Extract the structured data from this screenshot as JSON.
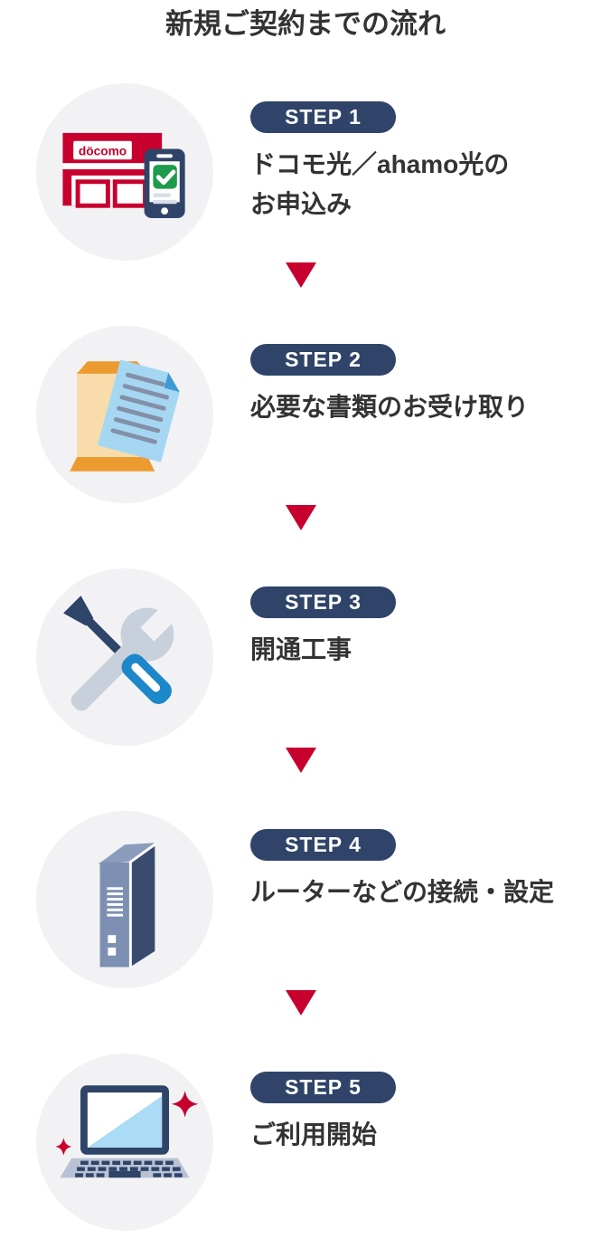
{
  "page": {
    "title": "新規ご契約までの流れ"
  },
  "colors": {
    "accent_red": "#c7002e",
    "badge_navy": "#2f4468",
    "text_dark": "#333333",
    "circle_bg": "#f2f2f4",
    "docomo_crimson": "#c7002e",
    "check_green": "#1f9b4d",
    "tool_blue": "#1c87c9",
    "doc_blue": "#a5d7f2",
    "envelope_orange": "#ec9b30"
  },
  "steps": [
    {
      "badge": "STEP 1",
      "lines": [
        "ドコモ光／ahamo光の",
        "お申込み"
      ],
      "icon": "docomo-shop-smartphone",
      "shop_sign": "döcomo"
    },
    {
      "badge": "STEP 2",
      "lines": [
        "必要な書類のお受け取り"
      ],
      "icon": "envelope-documents"
    },
    {
      "badge": "STEP 3",
      "lines": [
        "開通工事"
      ],
      "icon": "construction-tools"
    },
    {
      "badge": "STEP 4",
      "lines": [
        "ルーターなどの接続・設定"
      ],
      "icon": "router-device"
    },
    {
      "badge": "STEP 5",
      "lines": [
        "ご利用開始"
      ],
      "icon": "laptop-sparkles"
    }
  ],
  "connector": {
    "shape": "down-triangle",
    "count": 4
  }
}
